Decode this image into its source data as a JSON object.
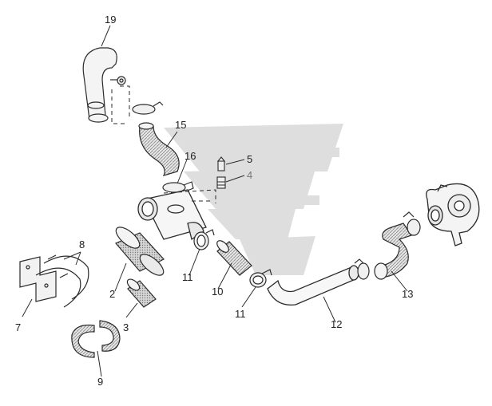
{
  "diagram": {
    "callouts": {
      "c19": "19",
      "c15": "15",
      "c16": "16",
      "c5": "5",
      "c4": "4",
      "c8": "8",
      "c7": "7",
      "c2": "2",
      "c3": "3",
      "c9": "9",
      "c11a": "11",
      "c10": "10",
      "c11b": "11",
      "c12": "12",
      "c13": "13"
    },
    "colors": {
      "line": "#2b2b2b",
      "fill_light": "#f2f2f2",
      "fill_hatch": "#bdbdbd",
      "watermark": "#dcdcdc"
    },
    "watermark_icon": "stylized-flag-logo-icon"
  }
}
